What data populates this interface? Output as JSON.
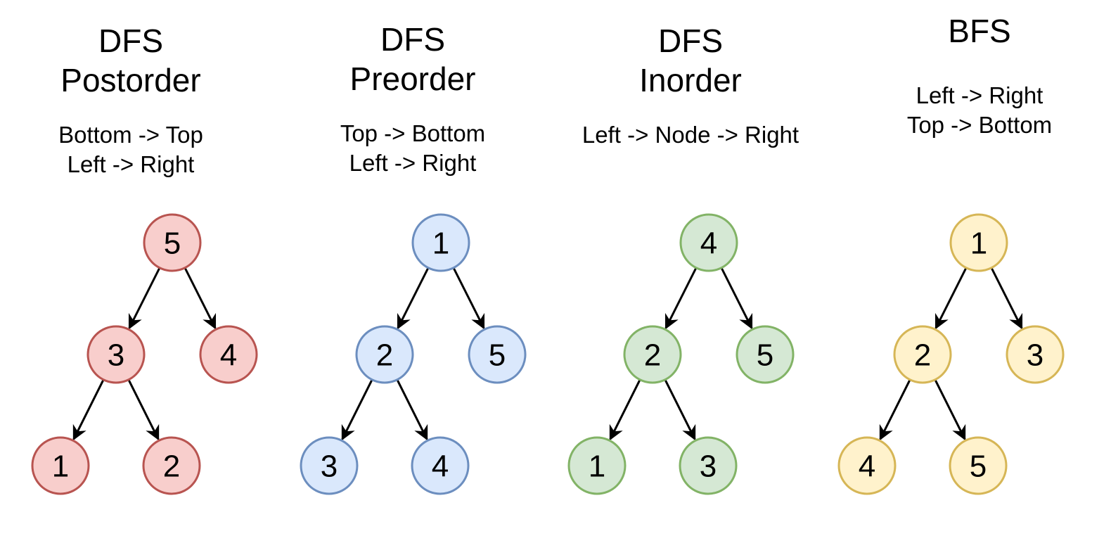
{
  "palettes": {
    "red": {
      "fill": "#f8cecc",
      "stroke": "#b85450"
    },
    "blue": {
      "fill": "#dae8fc",
      "stroke": "#6c8ebf"
    },
    "green": {
      "fill": "#d5e8d4",
      "stroke": "#82b366"
    },
    "yellow": {
      "fill": "#fff2cc",
      "stroke": "#d6b656"
    }
  },
  "panels": [
    {
      "title_lines": [
        "DFS",
        "Postorder"
      ],
      "desc_lines": [
        "Bottom -> Top",
        "Left -> Right"
      ],
      "palette": "red",
      "nodes": {
        "root": "5",
        "left": "3",
        "right": "4",
        "left_left": "1",
        "left_right": "2"
      }
    },
    {
      "title_lines": [
        "DFS",
        "Preorder"
      ],
      "desc_lines": [
        "Top -> Bottom",
        "Left -> Right"
      ],
      "palette": "blue",
      "nodes": {
        "root": "1",
        "left": "2",
        "right": "5",
        "left_left": "3",
        "left_right": "4"
      }
    },
    {
      "title_lines": [
        "DFS",
        "Inorder"
      ],
      "desc_lines": [
        "Left -> Node -> Right"
      ],
      "palette": "green",
      "nodes": {
        "root": "4",
        "left": "2",
        "right": "5",
        "left_left": "1",
        "left_right": "3"
      }
    },
    {
      "title_lines": [
        "BFS"
      ],
      "desc_lines": [
        "Left -> Right",
        "Top -> Bottom"
      ],
      "palette": "yellow",
      "nodes": {
        "root": "1",
        "left": "2",
        "right": "3",
        "left_left": "4",
        "left_right": "5"
      }
    }
  ]
}
